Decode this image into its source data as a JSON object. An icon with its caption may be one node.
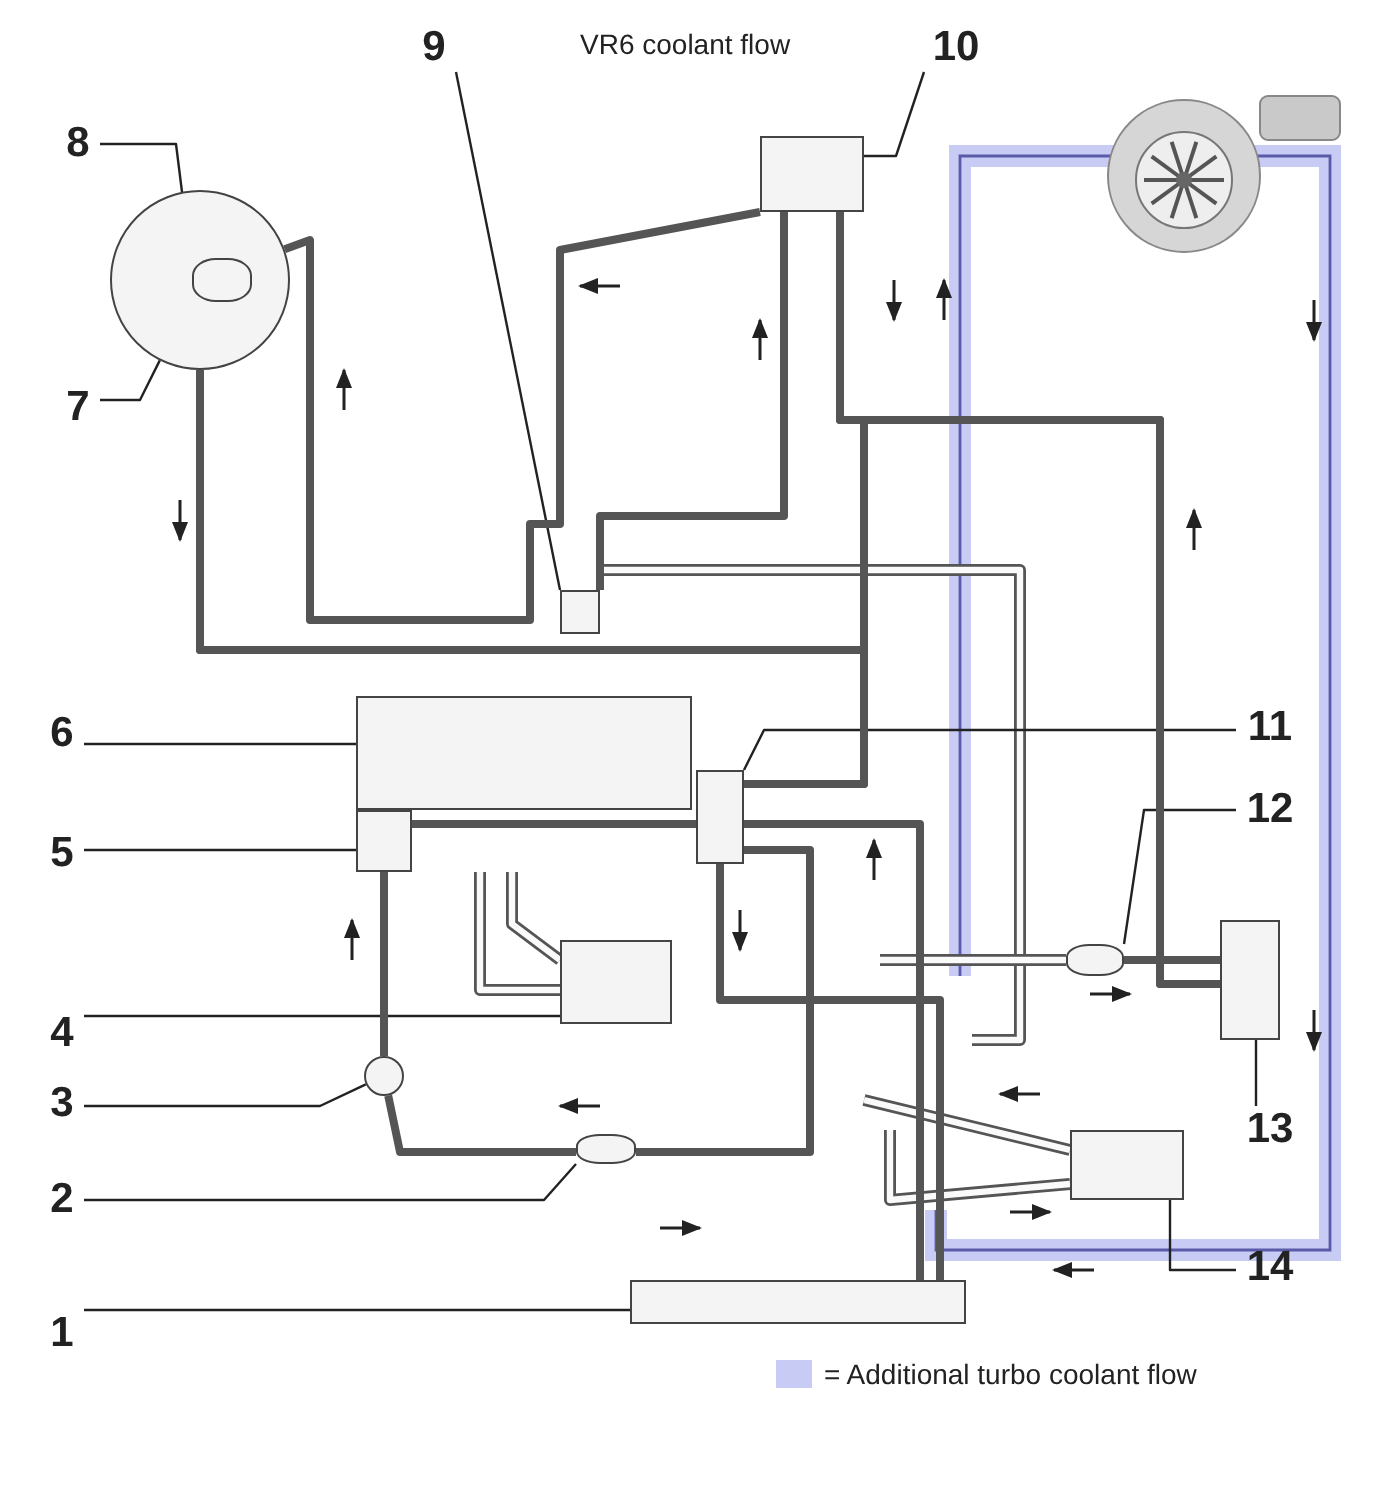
{
  "diagram": {
    "title": "VR6 coolant flow",
    "nodes": [
      {
        "text": [
          "9"
        ]
      },
      {
        "text": [
          "10"
        ]
      },
      {
        "text": [],
        "shape": "box"
      },
      {
        "text": [],
        "shape": "box"
      },
      {
        "text": [
          "8"
        ]
      },
      {
        "text": [],
        "shape": "circle"
      },
      {
        "text": [],
        "shape": "box",
        "in": 5
      },
      {
        "text": [
          "7"
        ]
      },
      {
        "text": [
          "6"
        ]
      },
      {
        "text": [],
        "shape": "box"
      },
      {
        "text": [
          "5"
        ]
      },
      {
        "text": [],
        "shape": "box"
      },
      {
        "text": [
          "11"
        ]
      },
      {
        "text": [],
        "shape": "box"
      },
      {
        "text": [
          "12"
        ]
      },
      {
        "text": [],
        "shape": "box"
      },
      {
        "text": [
          "4"
        ]
      },
      {
        "text": [],
        "shape": "box"
      },
      {
        "text": [
          "3"
        ]
      },
      {
        "text": [],
        "shape": "circle"
      },
      {
        "text": [
          "13"
        ]
      },
      {
        "text": [],
        "shape": "box"
      },
      {
        "text": [
          "2"
        ]
      },
      {
        "text": [],
        "shape": "box"
      },
      {
        "text": [
          "14"
        ]
      },
      {
        "text": [],
        "shape": "box"
      },
      {
        "text": [
          "1"
        ]
      },
      {
        "text": [],
        "shape": "box"
      },
      {
        "text": [],
        "shape": "picture"
      }
    ],
    "edges": [
      {
        "from": 0,
        "to": 2,
        "arrow": "none"
      },
      {
        "from": 1,
        "to": 3,
        "arrow": "none"
      },
      {
        "from": 4,
        "to": 6,
        "arrow": "none"
      },
      {
        "from": 7,
        "to": 5,
        "arrow": "none"
      },
      {
        "from": 8,
        "to": 9,
        "arrow": "none"
      },
      {
        "from": 10,
        "to": 11,
        "arrow": "none"
      },
      {
        "from": 12,
        "to": 13,
        "arrow": "none"
      },
      {
        "from": 14,
        "to": 15,
        "arrow": "none"
      },
      {
        "from": 16,
        "to": 17,
        "arrow": "none"
      },
      {
        "from": 18,
        "to": 19,
        "arrow": "none"
      },
      {
        "from": 20,
        "to": 21,
        "arrow": "none"
      },
      {
        "from": 22,
        "to": 23,
        "arrow": "none"
      },
      {
        "from": 24,
        "to": 25,
        "arrow": "none"
      },
      {
        "from": 26,
        "to": 27,
        "arrow": "none"
      },
      {
        "from": 19,
        "to": 11,
        "arrow": "none",
        "style": "thick"
      },
      {
        "from": 11,
        "to": 13,
        "arrow": "none",
        "style": "thick"
      },
      {
        "from": 15,
        "to": 21,
        "arrow": "none",
        "style": "thick"
      },
      {
        "from": 2,
        "to": 3,
        "arrow": "none",
        "style": "thick"
      },
      {
        "from": 3,
        "to": 13,
        "arrow": "none",
        "style": "thick"
      },
      {
        "from": 3,
        "to": 21,
        "arrow": "none",
        "style": "thick"
      },
      {
        "from": 13,
        "to": 27,
        "arrow": "none",
        "style": "thick"
      },
      {
        "from": 23,
        "to": 13,
        "arrow": "none",
        "style": "thick"
      },
      {
        "from": 13,
        "to": 27,
        "arrow": "none",
        "style": "thick"
      },
      {
        "from": 5,
        "to": 3,
        "arrow": "none",
        "style": "thick"
      },
      {
        "from": 5,
        "to": 13,
        "arrow": "none",
        "style": "thick"
      },
      {
        "from": 5,
        "to": 21,
        "arrow": "none",
        "style": "thick"
      },
      {
        "from": 19,
        "to": 23,
        "arrow": "none",
        "style": "thick"
      }
    ],
    "legend": [
      {
        "text": "= Additional turbo coolant flow",
        "color": "#c8ccf5"
      }
    ]
  }
}
